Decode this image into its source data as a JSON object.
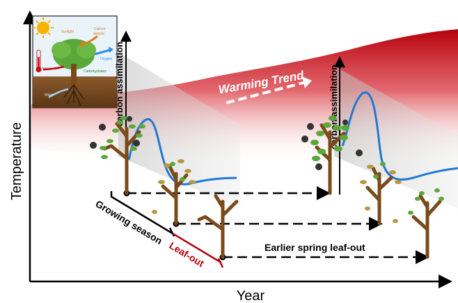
{
  "axes": {
    "y_label": "Temperature",
    "x_label": "Year"
  },
  "trend": {
    "label": "Warming Trend"
  },
  "inset": {
    "labels": {
      "sunlight": "Sunlight",
      "carbon_dioxide_line1": "Carbon",
      "carbon_dioxide_line2": "dioxide",
      "oxygen": "Oxygen",
      "temperature": "Temperature",
      "carbohydrates": "Carbohydrates",
      "water": "Water"
    }
  },
  "panels": {
    "left_ylabel": "carbon assimilation",
    "right_ylabel": "carbon assimilation"
  },
  "annotations": {
    "growing_season": "Growing season",
    "leaf_out": "Leaf-out",
    "earlier_spring": "Earlier spring leaf-out"
  },
  "colors": {
    "warming_red": "#b5000b",
    "assimilation_curve": "#1f78d1",
    "leaf_out_red": "#b5000b",
    "trunk_brown": "#7a4a1a",
    "leaf_green": "#5aa83a"
  }
}
